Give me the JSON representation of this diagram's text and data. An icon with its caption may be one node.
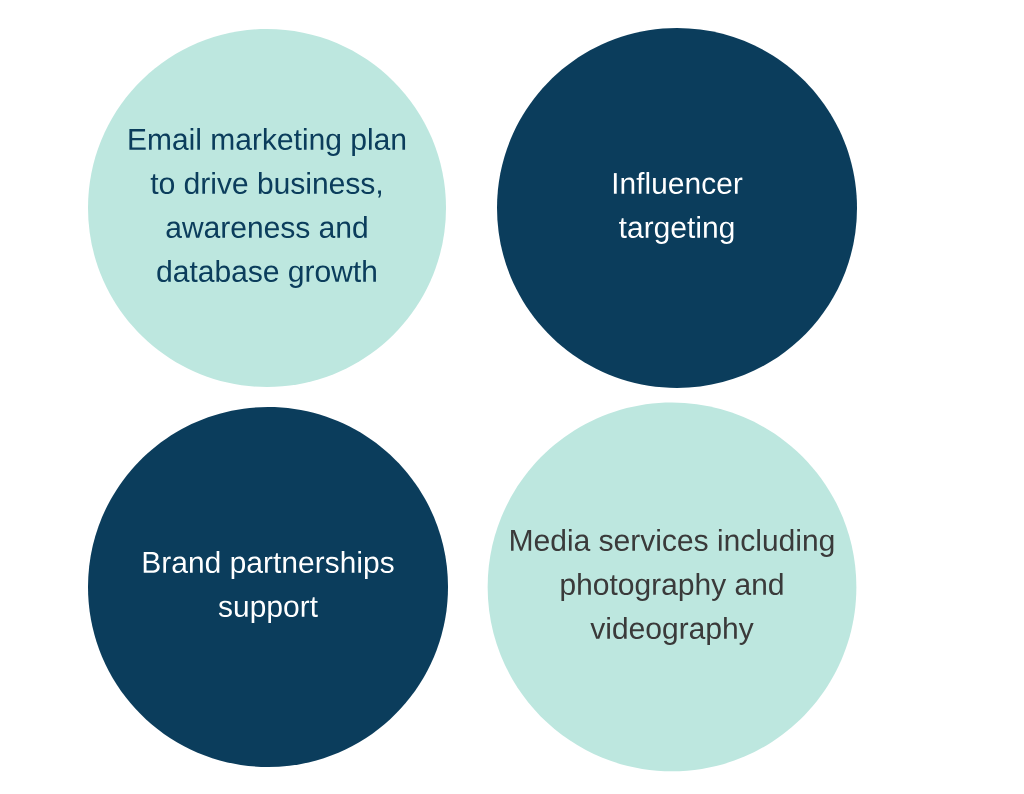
{
  "diagram": {
    "nodes": [
      {
        "text": [
          "Email marketing plan to drive business, awareness and database growth"
        ]
      },
      {
        "text": [
          "Influencer targeting"
        ]
      },
      {
        "text": [
          "Brand partnerships support"
        ]
      },
      {
        "text": [
          "Media services including photography and videography"
        ]
      }
    ]
  }
}
